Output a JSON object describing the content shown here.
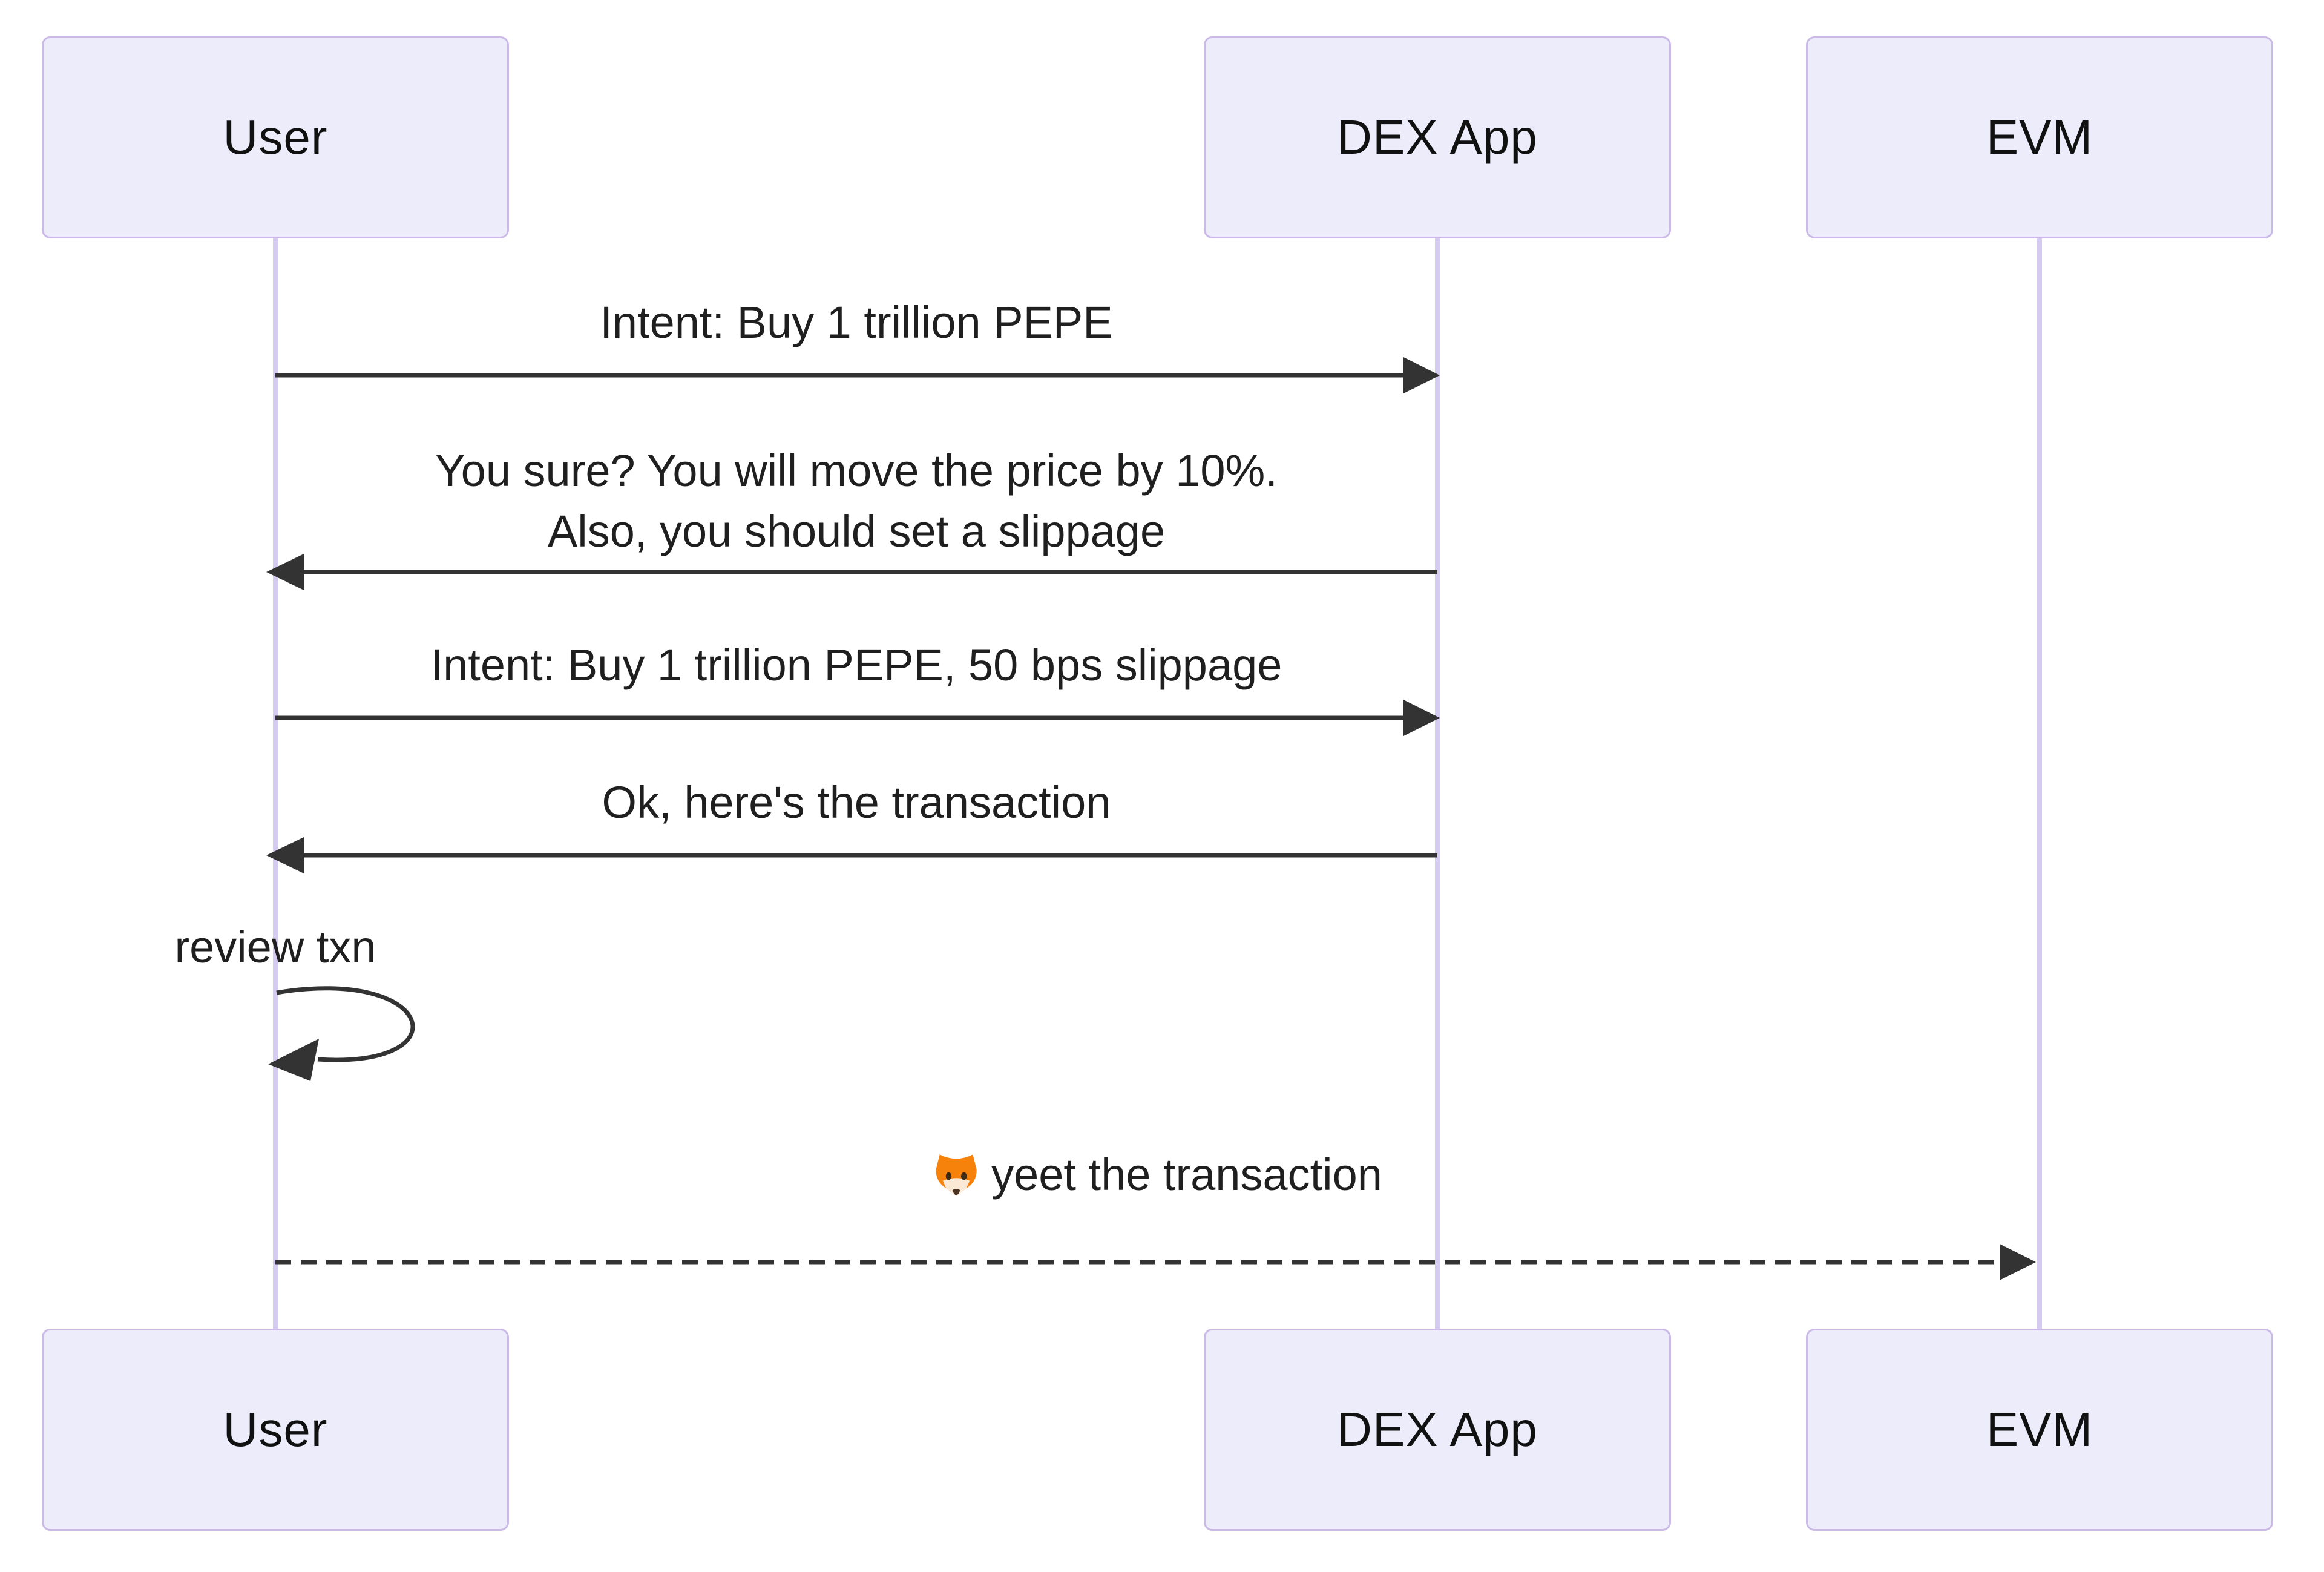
{
  "diagram": {
    "type": "sequence-diagram",
    "background": "#ffffff",
    "actors": [
      {
        "id": "user",
        "label": "User"
      },
      {
        "id": "dex",
        "label": "DEX App"
      },
      {
        "id": "evm",
        "label": "EVM"
      }
    ],
    "messages": [
      {
        "from": "User",
        "to": "DEX App",
        "line": "solid",
        "text": "Intent: Buy 1 trillion PEPE"
      },
      {
        "from": "DEX App",
        "to": "User",
        "line": "solid",
        "lines": [
          "You sure? You will move the price by 10%.",
          "Also, you should set a slippage"
        ]
      },
      {
        "from": "User",
        "to": "DEX App",
        "line": "solid",
        "text": "Intent: Buy 1 trillion PEPE, 50 bps slippage"
      },
      {
        "from": "DEX App",
        "to": "User",
        "line": "solid",
        "text": "Ok, here's the transaction"
      },
      {
        "from": "User",
        "to": "User",
        "line": "self-loop",
        "text": "review txn"
      },
      {
        "from": "User",
        "to": "EVM",
        "line": "dashed",
        "icon": "fox-emoji",
        "emoji": "🦊",
        "text": "yeet the transaction"
      }
    ],
    "colors": {
      "actor_fill": "#ECECFB",
      "actor_border": "#CBB9E8",
      "lifeline": "#D5CAEF",
      "arrow": "#333333",
      "text": "#1f1f1f"
    }
  }
}
